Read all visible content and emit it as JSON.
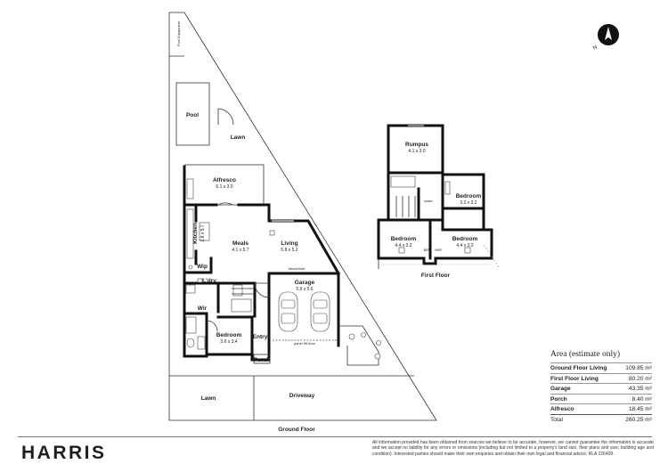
{
  "plan": {
    "ground_floor_title": "Ground Floor",
    "first_floor_title": "First Floor",
    "ground": {
      "pool_equipment": "Pool Equipment",
      "pool": "Pool",
      "lawn_top": "Lawn",
      "alfresco": "Alfresco",
      "alfresco_dim": "6.1 x 3.0",
      "kitchen": "Kitchen",
      "kitchen_dim": "2.8 x 5.7",
      "meals": "Meals",
      "meals_dim": "4.1 x 5.7",
      "living": "Living",
      "living_dim": "5.8 x 5.2",
      "wip": "Wip",
      "ldry": "L'dry",
      "garage": "Garage",
      "garage_dim": "5.9 x 5.6",
      "wir": "Wir",
      "bedroom": "Bedroom",
      "bedroom_dim": "3.6 x 3.4",
      "entry": "Entry",
      "porch": "Porch",
      "lawn_bottom": "Lawn",
      "driveway": "Driveway",
      "bench_hob": "bench/hob",
      "door_note": "panel lift door"
    },
    "first": {
      "rumpus": "Rumpus",
      "rumpus_dim": "4.1 x 3.0",
      "bedroom_a": "Bedroom",
      "bedroom_a_dim": "3.2 x 3.2",
      "bedroom_b": "Bedroom",
      "bedroom_b_dim": "4.4 x 3.2",
      "bedroom_c": "Bedroom",
      "bedroom_c_dim": "4.4 x 3.2",
      "down": "down",
      "bir": "BIR",
      "wir": "WIR"
    },
    "compass_label": "N"
  },
  "area": {
    "title": "Area (estimate only)",
    "rows": [
      {
        "name": "Ground Floor Living",
        "value": "109.85 m²"
      },
      {
        "name": "First Floor Living",
        "value": "80.20 m²"
      },
      {
        "name": "Garage",
        "value": "43.35 m²"
      },
      {
        "name": "Porch",
        "value": "8.40 m²"
      },
      {
        "name": "Alfresco",
        "value": "18.45 m²"
      }
    ],
    "total": {
      "name": "Total",
      "value": "260.25 m²"
    }
  },
  "brand": "HARRIS",
  "disclaimer": "All information provided has been obtained from sources we believe to be accurate, however, we cannot guarantee the information is accurate and we accept no liability for any errors or omissions (including but not limited to a property's land size, floor plans and size, building age and condition). Interested parties should make their own enquiries and obtain their own legal and financial advice. RLA 226409."
}
